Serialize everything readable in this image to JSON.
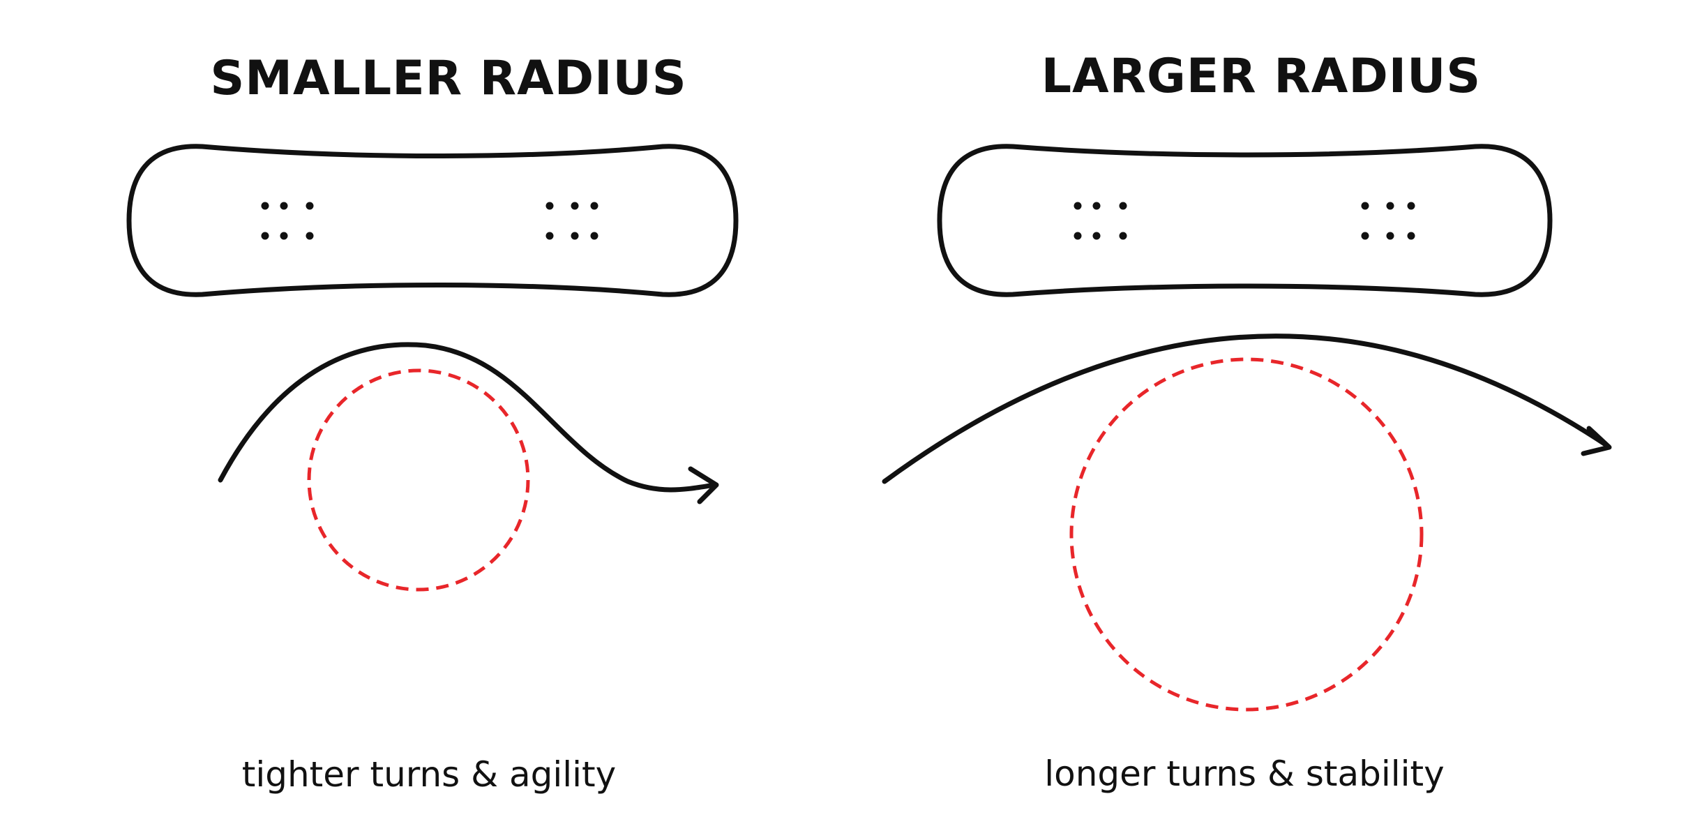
{
  "panels": {
    "smaller": {
      "title": "SMALLER RADIUS",
      "caption": "tighter turns & agility"
    },
    "larger": {
      "title": "LARGER RADIUS",
      "caption": "longer turns & stability"
    }
  },
  "colors": {
    "outline": "#111111",
    "radius_circle": "#e8262a",
    "background": "#ffffff"
  }
}
